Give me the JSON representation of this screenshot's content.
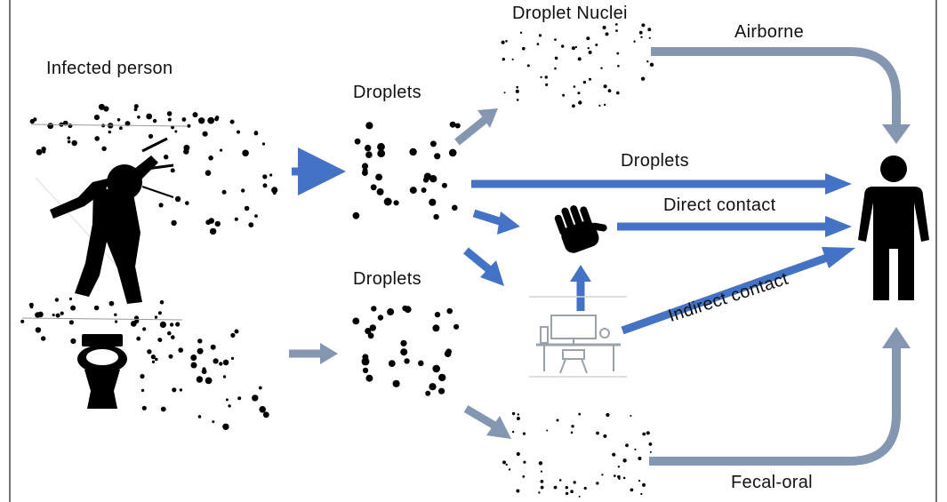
{
  "labels": {
    "infected_person": "Infected person",
    "droplet_nuclei": "Droplet Nuclei",
    "airborne": "Airborne",
    "droplets_top": "Droplets",
    "droplets_route": "Droplets",
    "direct_contact": "Direct contact",
    "droplets_bottom": "Droplets",
    "indirect_contact": "Indirect contact",
    "fecal_oral": "Fecal-oral",
    "cough": "cough"
  },
  "icons": {
    "infected": "coughing-person-icon",
    "toilet": "toilet-icon",
    "hand": "hand-icon",
    "desk": "desk-workspace-icon",
    "target": "person-icon"
  },
  "colors": {
    "arrow_blue": "#4472c4",
    "arrow_slate": "#8496b0",
    "dots": "#000000"
  }
}
